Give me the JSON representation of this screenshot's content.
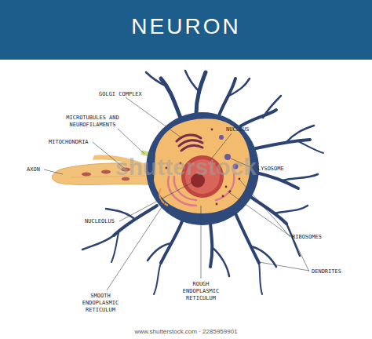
{
  "diagram": {
    "title": "NEURON",
    "labels": [
      "GOLGI COMPLEX",
      "MICROTUBULES AND NEUROFILAMENTS",
      "NUCLEUS",
      "MITOCHONDRIA",
      "LYSOSOME",
      "AXON",
      "NUCLEOLUS",
      "RIBOSOMES",
      "DENDRITES",
      "ROUGH ENDOPLASMIC RETICULUM",
      "SMOOTH ENDOPLASMIC RETICULUM",
      "shutterstock",
      "www.shutterstock.com · 2285959901"
    ]
  }
}
